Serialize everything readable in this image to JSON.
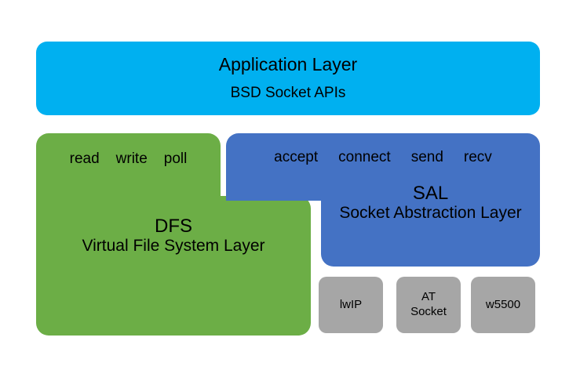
{
  "diagram": {
    "title": "RT-Thread network stack layering diagram",
    "background_color": "#FFFFFF"
  },
  "application_layer": {
    "title": "Application Layer",
    "subtitle": "BSD Socket APIs",
    "color": "#00B0F0"
  },
  "dfs_layer": {
    "abbr": "DFS",
    "full_name": "Virtual File System Layer",
    "color": "#6CAE46",
    "apis": [
      "read",
      "write",
      "poll"
    ]
  },
  "sal_layer": {
    "abbr": "SAL",
    "full_name": "Socket Abstraction Layer",
    "color": "#4472C4",
    "apis": [
      "accept",
      "connect",
      "send",
      "recv"
    ]
  },
  "drivers": {
    "color": "#A6A6A6",
    "items": [
      {
        "line1": "lwIP",
        "line2": ""
      },
      {
        "line1": "AT",
        "line2": "Socket"
      },
      {
        "line1": "w5500",
        "line2": ""
      }
    ]
  }
}
